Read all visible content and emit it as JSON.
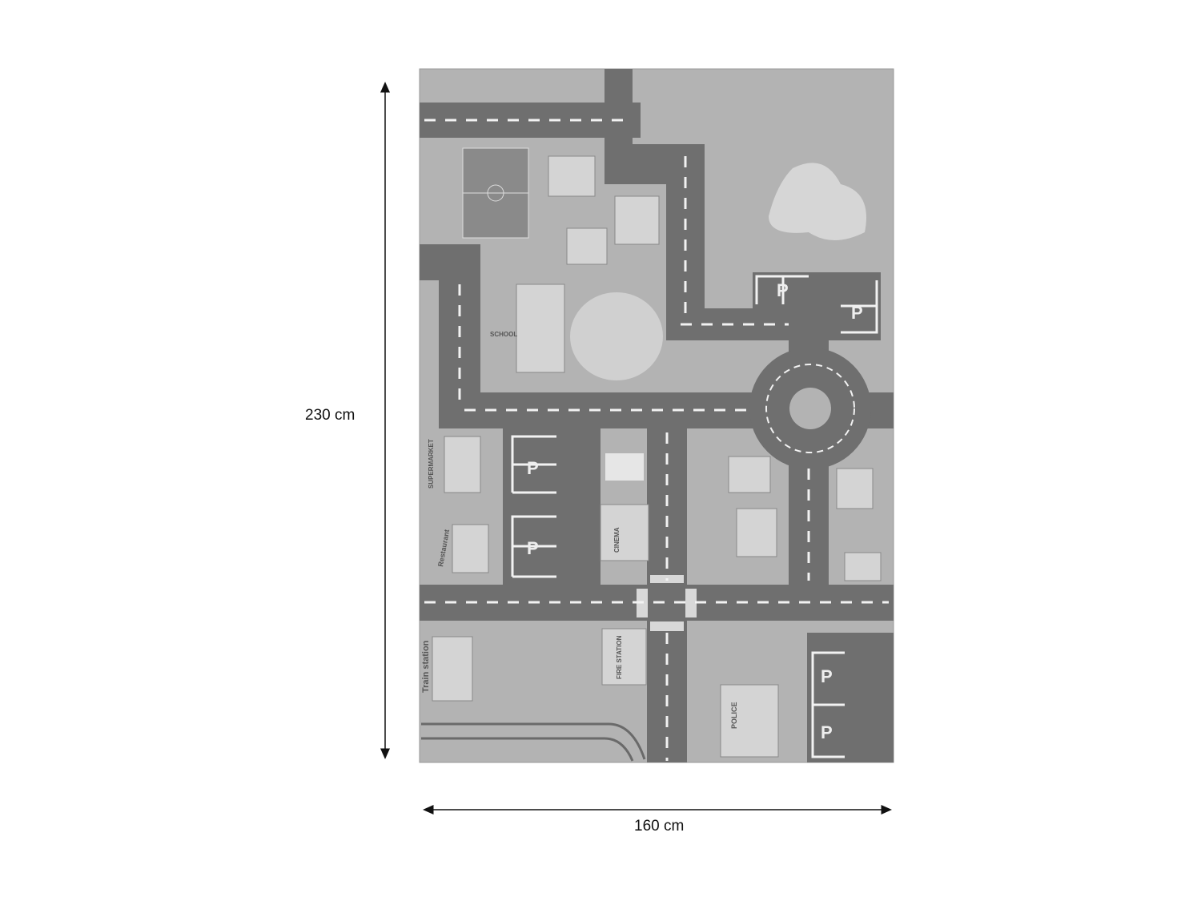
{
  "dimensions": {
    "height_label": "230 cm",
    "width_label": "160 cm"
  },
  "rug": {
    "colors": {
      "ground": "#b3b3b3",
      "road": "#6f6f6f",
      "marking": "#f2f2f2",
      "building": "#d4d4d4"
    },
    "labels": {
      "school": "SCHOOL",
      "supermarket": "SUPERMARKET",
      "restaurant": "Restaurant",
      "cinema": "CINEMA",
      "fire_station": "FIRE STATION",
      "train_station": "Train station",
      "police": "POLICE",
      "parking": "P"
    }
  }
}
